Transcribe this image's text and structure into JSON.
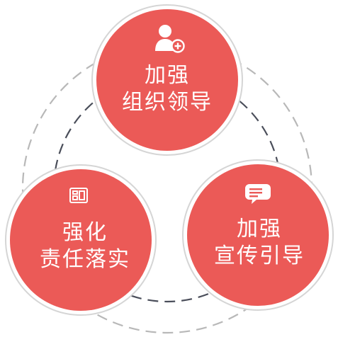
{
  "colors": {
    "circle_fill": "#EB5A57",
    "circle_ring": "#D5D5D5",
    "outer_dash": "#B8B8B8",
    "inner_dash": "#4A4E5A",
    "icon": "#FFFFFF"
  },
  "nodes": [
    {
      "key": "top",
      "icon": "user-plus-icon",
      "line1": "加强",
      "line2": "组织领导"
    },
    {
      "key": "left",
      "icon": "org-chart-icon",
      "line1": "强化",
      "line2": "责任落实"
    },
    {
      "key": "right",
      "icon": "chat-bubble-icon",
      "line1": "加强",
      "line2": "宣传引导"
    }
  ]
}
